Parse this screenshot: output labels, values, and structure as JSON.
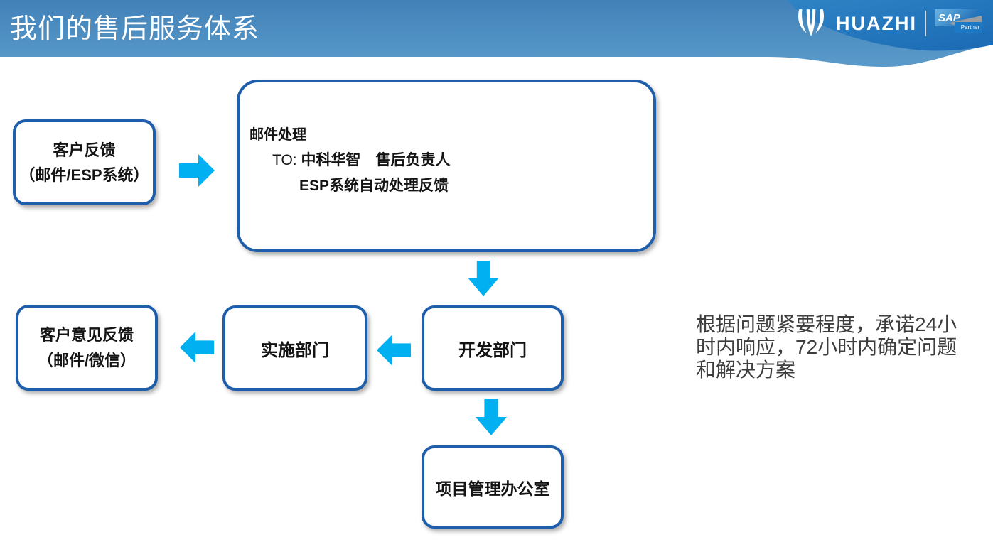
{
  "slide": {
    "title": "我们的售后服务体系"
  },
  "header": {
    "brand_text": "HUAZHI",
    "partner_logo": {
      "name": "SAP",
      "label": "Partner"
    }
  },
  "flow": {
    "customer_feedback": {
      "line1": "客户反馈",
      "line2": "（邮件/ESP系统）"
    },
    "mail_processing": {
      "line1": "邮件处理",
      "line2_prefix": "TO: ",
      "line2_rest": "中科华智　售后负责人",
      "line3": "ESP系统自动处理反馈"
    },
    "dev_dept": "开发部门",
    "impl_dept": "实施部门",
    "customer_opinion": {
      "line1": "客户意见反馈",
      "line2": "（邮件/微信）"
    },
    "pmo": "项目管理办公室"
  },
  "note": {
    "lines": [
      "根据问题紧要程度，承诺24小",
      "时内响应，72小时内确定问题",
      "和解决方案"
    ]
  },
  "colors": {
    "arrow": "#00b0f0",
    "box_border": "#1e5eab",
    "header_light_top": "#4181b8",
    "header_light_bottom": "#5a9bcb",
    "header_dark": "#1a6ab4"
  }
}
